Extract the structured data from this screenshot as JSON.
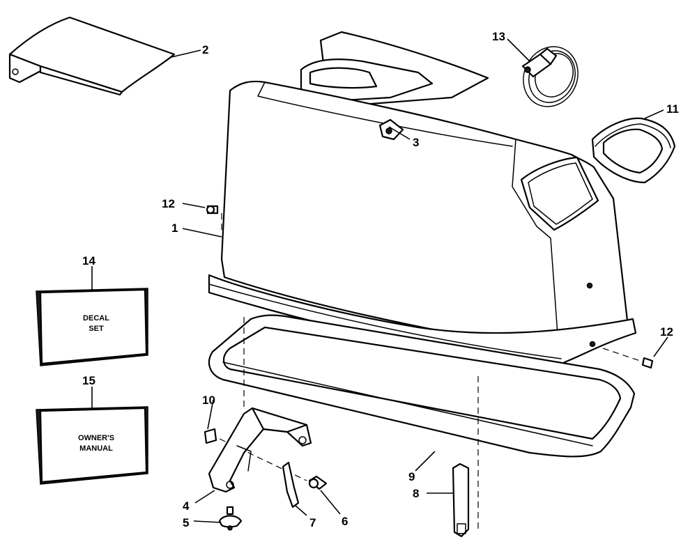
{
  "callouts": {
    "c1": "1",
    "c2": "2",
    "c3": "3",
    "c4": "4",
    "c5": "5",
    "c6": "6",
    "c7": "7",
    "c8": "8",
    "c9": "9",
    "c10": "10",
    "c11": "11",
    "c12a": "12",
    "c12b": "12",
    "c13": "13",
    "c14": "14",
    "c15": "15"
  },
  "boxes": {
    "decal_line1": "DECAL",
    "decal_line2": "SET",
    "manual_line1": "OWNER'S",
    "manual_line2": "MANUAL"
  }
}
